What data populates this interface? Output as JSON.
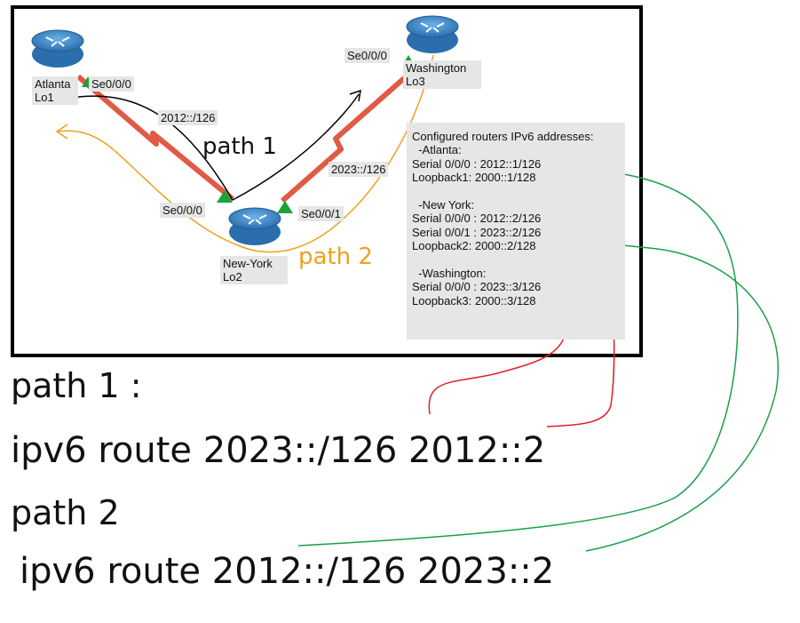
{
  "routers": {
    "atlanta": {
      "name": "Atlanta",
      "loopback": "Lo1",
      "interface": "Se0/0/0"
    },
    "washington": {
      "name": "Washington",
      "loopback": "Lo3",
      "interface": "Se0/0/0"
    },
    "newyork": {
      "name": "New-York",
      "loopback": "Lo2",
      "interface_left": "Se0/0/0",
      "interface_right": "Se0/0/1"
    }
  },
  "links": {
    "atlanta_newyork": "2012::/126",
    "newyork_washington": "2023::/126"
  },
  "annotations": {
    "path1_label": "path 1",
    "path2_label": "path 2"
  },
  "address_box": {
    "title": "Configured routers IPv6 addresses:",
    "lines": [
      "  -Atlanta:",
      "Serial 0/0/0 : 2012::1/126",
      "Loopback1: 2000::1/128",
      "",
      "  -New York:",
      "Serial 0/0/0 : 2012::2/126",
      "Serial 0/0/1 : 2023::2/126",
      "Loopback2: 2000::2/128",
      "",
      "  -Washington:",
      "Serial 0/0/0 : 2023::3/126",
      "Loopback3: 2000::3/128"
    ]
  },
  "handwritten": {
    "path1_title": "path 1 :",
    "route1": "ipv6 route 2023::/126 2012::2",
    "path2_title": "path 2",
    "route2": "ipv6 route 2012::/126 2023::2"
  },
  "colors": {
    "link": "#e05a45",
    "router": "#3e86c6",
    "port_up": "#19a33a",
    "path1": "#000000",
    "path2": "#f0a020",
    "arrow_red": "#e0222a",
    "arrow_green": "#1aa04a",
    "label_bg": "#e6e6e6"
  }
}
